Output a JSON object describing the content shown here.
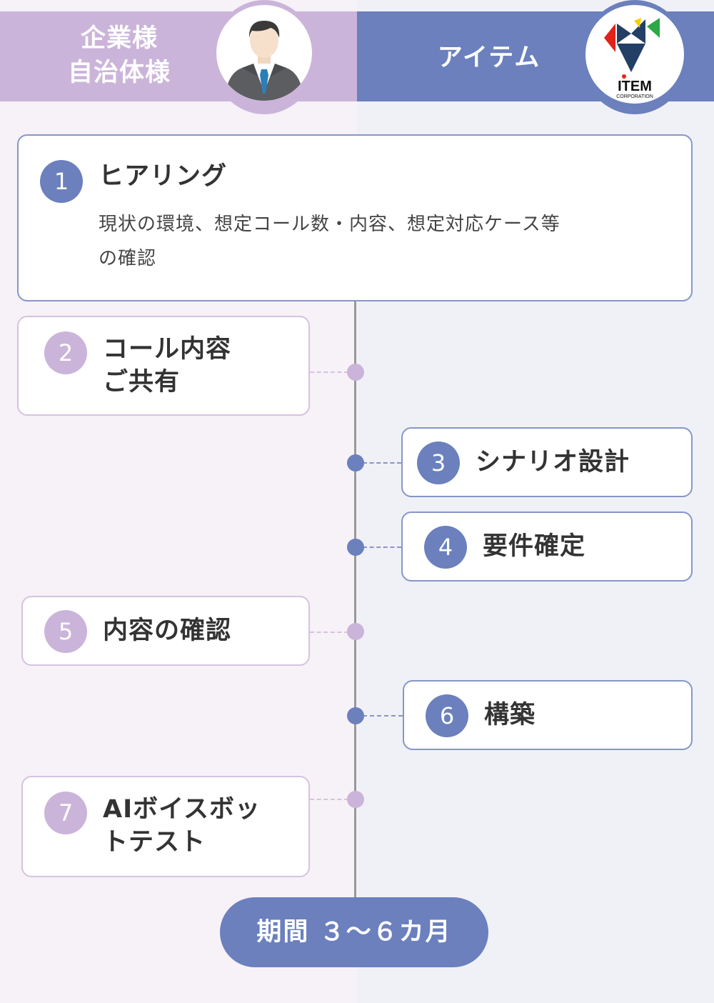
{
  "header": {
    "client_line1": "企業様",
    "client_line2": "自治体様",
    "company": "アイテム",
    "logo_text": "ITEM",
    "logo_sub": "CORPORATION"
  },
  "steps": [
    {
      "num": "1",
      "title": "ヒアリング",
      "desc_line1": "現状の環境、想定コール数・内容、想定対応ケース等",
      "desc_line2": "の確認",
      "side": "full"
    },
    {
      "num": "2",
      "title_line1": "コール内容",
      "title_line2": "ご共有",
      "side": "client"
    },
    {
      "num": "3",
      "title": "シナリオ設計",
      "side": "company"
    },
    {
      "num": "4",
      "title": "要件確定",
      "side": "company"
    },
    {
      "num": "5",
      "title": "内容の確認",
      "side": "client"
    },
    {
      "num": "6",
      "title": "構築",
      "side": "company"
    },
    {
      "num": "7",
      "title_line1": "AIボイスボッ",
      "title_line2": "トテスト",
      "side": "client"
    }
  ],
  "period": "期間 ３〜６カ月",
  "colors": {
    "client_accent": "#cbb4d9",
    "company_accent": "#6b80bd",
    "client_bg": "#f7f1f8",
    "company_bg": "#f0f1f6"
  },
  "icons": {
    "avatar": "businessman-avatar-icon",
    "logo": "item-corporation-logo-icon"
  }
}
